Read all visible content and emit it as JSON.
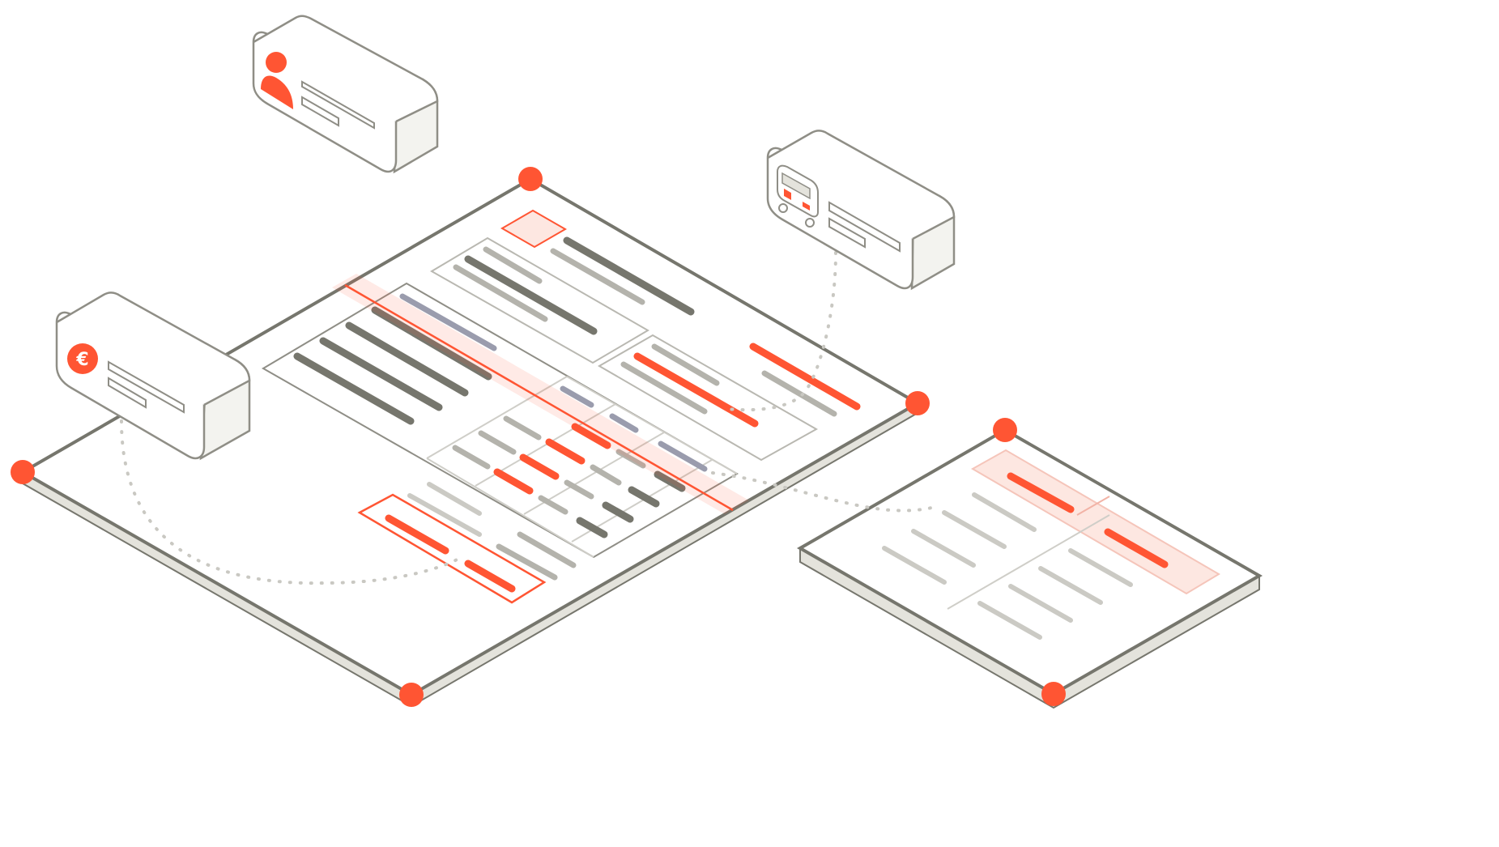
{
  "palette": {
    "accent": "#ff5533",
    "accent_fill": "#fde7e1",
    "outline": "#8f8e86",
    "plate_edge": "#e4e3dc",
    "line_dark": "#76766d",
    "line_mid": "#b4b3ac",
    "line_slate": "#9a9cad"
  },
  "cards": [
    {
      "id": "person",
      "icon": "person-icon"
    },
    {
      "id": "euro",
      "icon": "euro-icon",
      "icon_glyph": "€"
    },
    {
      "id": "bus",
      "icon": "bus-icon"
    }
  ],
  "plates": [
    {
      "id": "main-document"
    },
    {
      "id": "secondary-document"
    }
  ],
  "connector_style": "dotted"
}
